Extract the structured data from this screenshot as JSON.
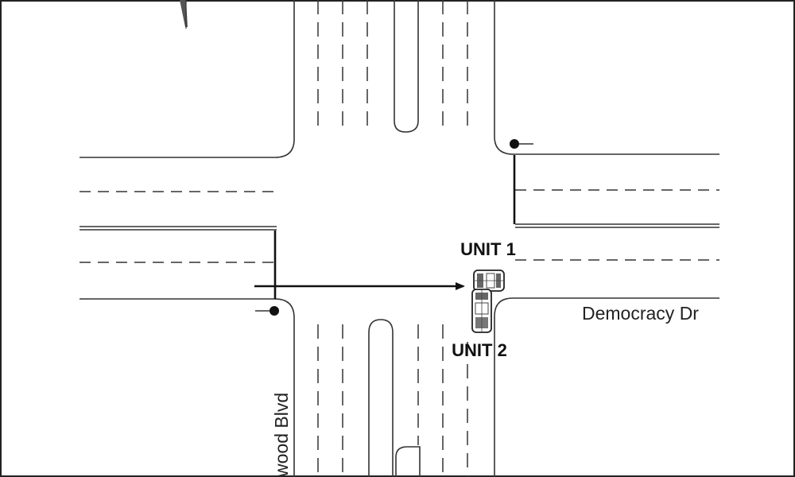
{
  "labels": {
    "unit1": "UNIT 1",
    "unit2": "UNIT 2",
    "street_east": "Democracy Dr",
    "street_south": "wood Blvd"
  },
  "colors": {
    "line": "#333333",
    "ink": "#111111",
    "background": "#ffffff"
  },
  "icons": [
    "north-arrow-icon",
    "traffic-signal-icon",
    "vehicle-icon",
    "direction-arrow-icon"
  ]
}
